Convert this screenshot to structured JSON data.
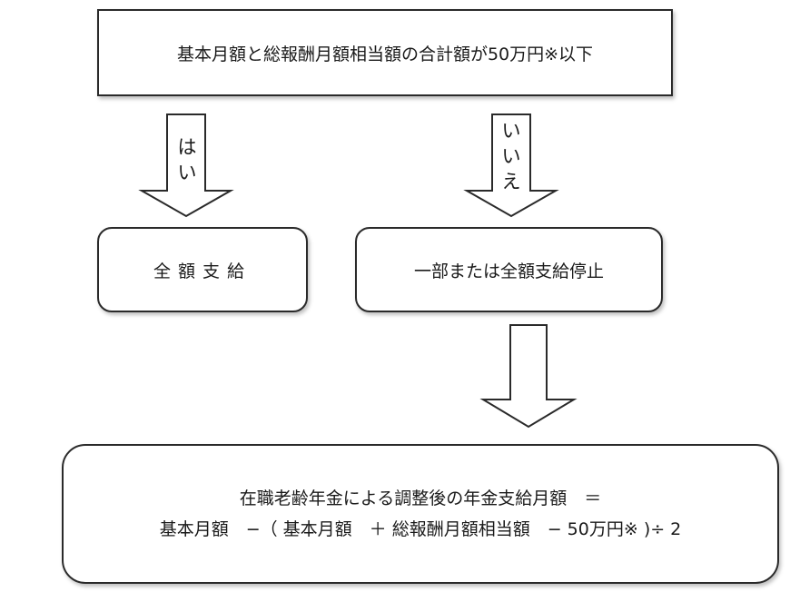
{
  "condition": {
    "text": "基本月額と総報酬月額相当額の合計額が50万円※以下"
  },
  "yes_branch": {
    "label_chars": [
      "は",
      "い"
    ],
    "result": "全額支給"
  },
  "no_branch": {
    "label_chars": [
      "い",
      "い",
      "え"
    ],
    "result": "一部または全額支給停止"
  },
  "formula": {
    "line1": "在職老齢年金による調整後の年金支給月額　＝",
    "line2": "基本月額　−（ 基本月額　＋ 総報酬月額相当額　− 50万円※ )÷ 2"
  },
  "colors": {
    "border": "#2a2a2a",
    "text": "#1a1a1a",
    "background": "#ffffff"
  }
}
